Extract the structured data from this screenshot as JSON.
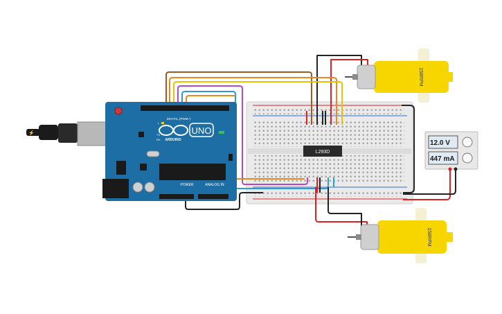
{
  "arduino": {
    "brand": "ARDUINO",
    "model": "UNO",
    "digital_label": "DIGITAL (PWM~)",
    "power_label": "POWER",
    "analog_label": "ANALOG IN",
    "tx_label": "TX",
    "rx_label": "RX",
    "l_label": "L"
  },
  "breadboard": {
    "chip_label": "L293D"
  },
  "motors": [
    {
      "label": "158RPM"
    },
    {
      "label": "158RPM"
    }
  ],
  "power_supply": {
    "voltage": "12.0 V",
    "current": "447 mA"
  },
  "colors": {
    "arduino_blue": "#1c6ea4",
    "motor_yellow": "#f7d600",
    "wire_red": "#e02020",
    "wire_black": "#222222",
    "wire_orange": "#e8891d",
    "wire_yellow": "#e8c400",
    "wire_purple": "#b448c8",
    "wire_blue": "#2b9ad6",
    "wire_brown": "#9b5a22"
  }
}
